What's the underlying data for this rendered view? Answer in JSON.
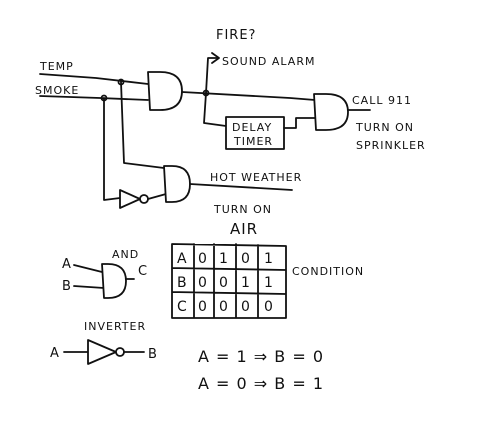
{
  "labels": {
    "temp": "TEMP",
    "smoke": "SMOKE",
    "fire": "FIRE?",
    "sound_alarm": "SOUND ALARM",
    "delay_line1": "DELAY",
    "delay_line2": "TIMER",
    "call": "CALL 911",
    "turn_on_sprinkler_line1": "TURN ON",
    "turn_on_sprinkler_line2": "SPRINKLER",
    "hot_weather": "HOT WEATHER",
    "turn_on": "TURN ON",
    "air": "AIR"
  },
  "legend": {
    "and_title": "AND",
    "and_a": "A",
    "and_b": "B",
    "and_c": "C",
    "inverter_title": "INVERTER",
    "inv_a": "A",
    "inv_b": "B"
  },
  "truth_table": {
    "rows": [
      [
        "A",
        "0",
        "1",
        "0",
        "1"
      ],
      [
        "B",
        "0",
        "0",
        "1",
        "1"
      ],
      [
        "C",
        "0",
        "0",
        "0",
        "0"
      ]
    ],
    "condition": "CONDITION"
  },
  "equations": {
    "line1": "A = 1 ⇒ B = 0",
    "line2": "A = 0 ⇒ B = 1"
  },
  "colors": {
    "ink": "#111111",
    "paper": "#ffffff"
  }
}
